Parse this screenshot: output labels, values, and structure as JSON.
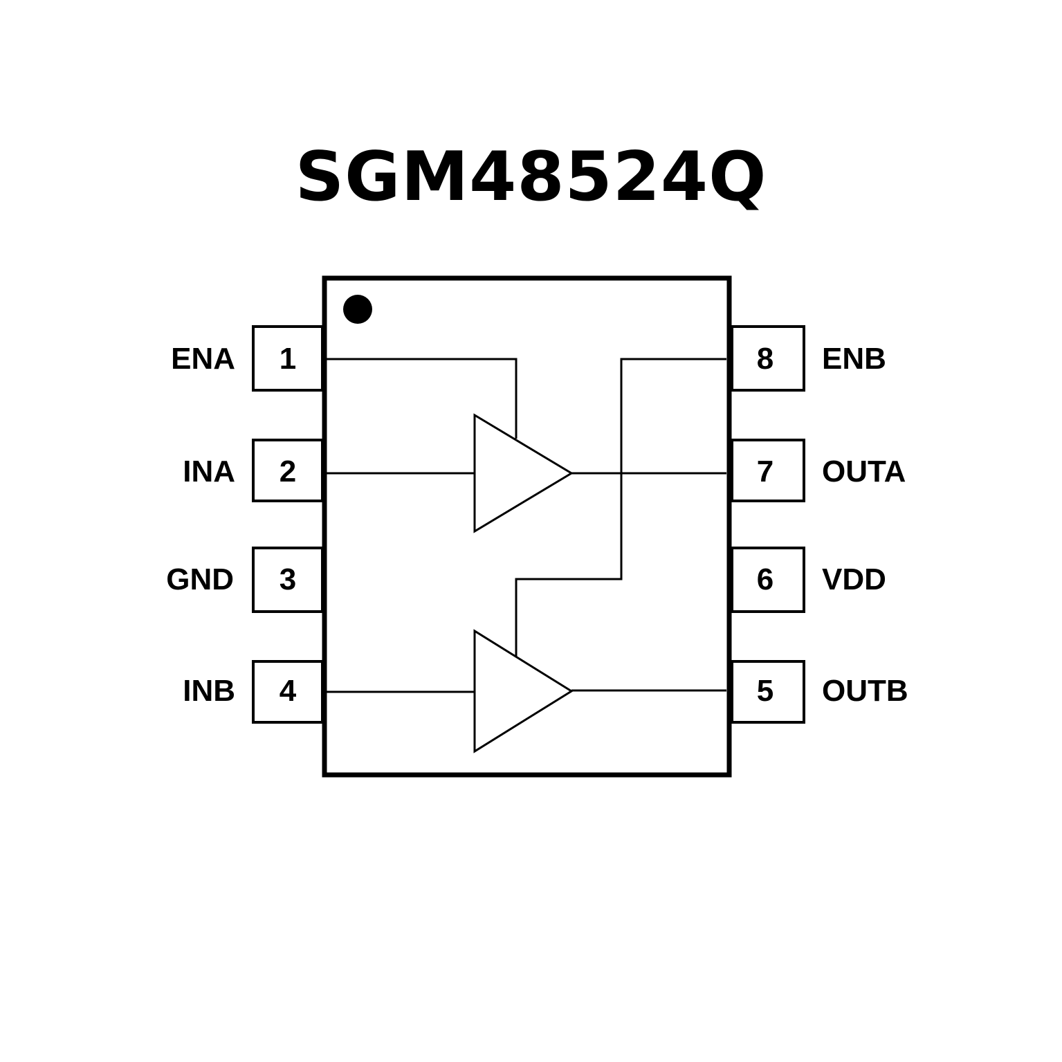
{
  "title": "SGM48524Q",
  "colors": {
    "stroke": "#000000",
    "background": "#ffffff"
  },
  "pins": [
    {
      "number": "1",
      "name": "ENA"
    },
    {
      "number": "2",
      "name": "INA"
    },
    {
      "number": "3",
      "name": "GND"
    },
    {
      "number": "4",
      "name": "INB"
    },
    {
      "number": "5",
      "name": "OUTB"
    },
    {
      "number": "6",
      "name": "VDD"
    },
    {
      "number": "7",
      "name": "OUTA"
    },
    {
      "number": "8",
      "name": "ENB"
    }
  ]
}
